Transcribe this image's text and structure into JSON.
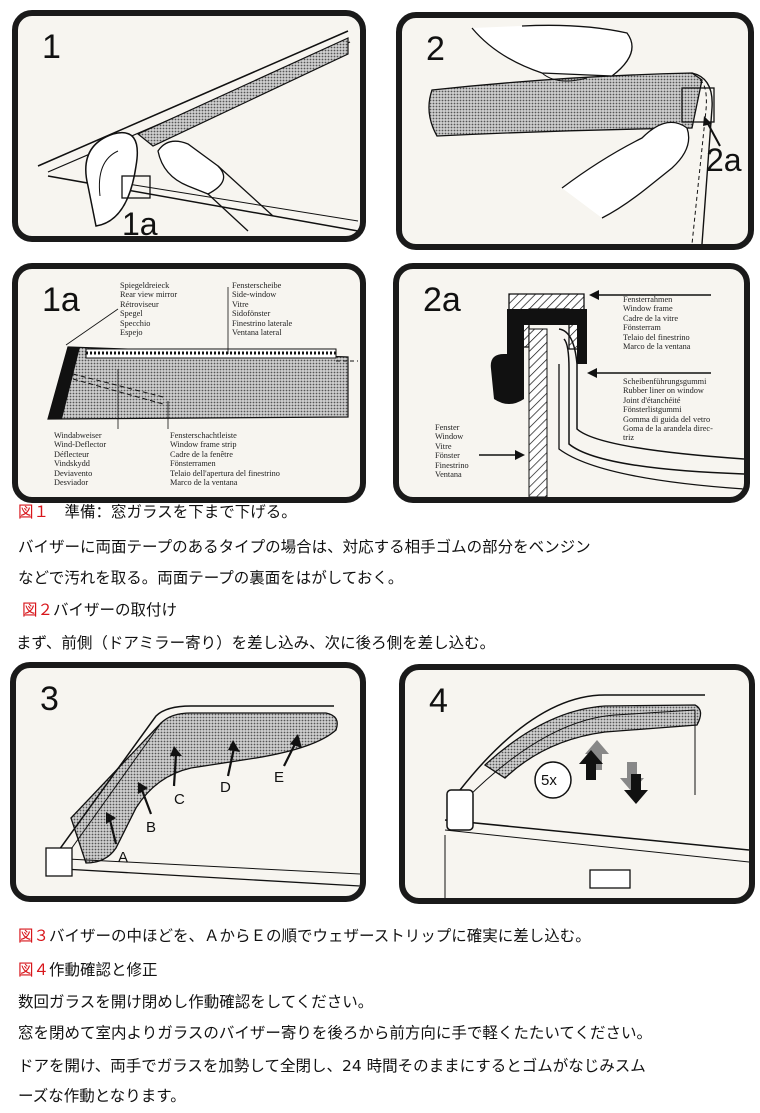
{
  "panels": {
    "p1": {
      "number": "1",
      "callout": "1a"
    },
    "p2": {
      "number": "2",
      "callout": "2a"
    },
    "p1a": {
      "number": "1a",
      "mirror_label": "Spiegeldreieck\nRear view mirror\nRétroviseur\nSpegel\nSpecchio\nEspejo",
      "sidewindow_label": "Fensterscheibe\nSide-window\nVitre\nSidofönster\nFinestrino laterale\nVentana lateral",
      "deflector_label": "Windabweiser\nWind-Deflector\nDéflecteur\nVindskydd\nDeviavento\nDesviador",
      "strip_label": "Fensterschachtleiste\nWindow frame strip\nCadre de la fenêtre\nFönsterramen\nTelaio dell'apertura del finestrino\nMarco de la ventana"
    },
    "p2a": {
      "number": "2a",
      "frame_label": "Fensterrahmen\nWindow frame\nCadre de la vitre\nFönsterram\nTelaio del finestrino\nMarco de la ventana",
      "rubber_label": "Scheibenführungsgummi\nRubber liner on window\nJoint d'étanchéité\nFönsterlistgummi\nGomma di guida del vetro\nGoma de la arandela direc-\ntriz",
      "window_label": "Fenster\nWindow\nVitre\nFönster\nFinestrino\nVentana"
    },
    "p3": {
      "number": "3",
      "points": [
        "A",
        "B",
        "C",
        "D",
        "E"
      ]
    },
    "p4": {
      "number": "4",
      "badge": "5x"
    }
  },
  "text": {
    "fig1_label": "図１",
    "fig1_title": "　準備：窓ガラスを下まで下げる。",
    "fig1_line2": "バイザーに両面テープのあるタイプの場合は、対応する相手ゴムの部分をベンジン",
    "fig1_line3": "などで汚れを取る。両面テープの裏面をはがしておく。",
    "fig2_label": "図２",
    "fig2_title": "バイザーの取付け",
    "fig2_line2": "まず、前側（ドアミラー寄り）を差し込み、次に後ろ側を差し込む。",
    "fig3_label": "図３",
    "fig3_line1": "バイザーの中ほどを、ＡからＥの順でウェザーストリップに確実に差し込む。",
    "fig4_label": "図４",
    "fig4_title": "作動確認と修正",
    "fig4_line2": "数回ガラスを開け閉めし作動確認をしてください。",
    "fig4_line3": "窓を閉めて室内よりガラスのバイザー寄りを後ろから前方向に手で軽くたたいてください。",
    "fig4_line4": "ドアを開け、両手でガラスを加勢して全閉し、24 時間そのままにするとゴムがなじみスム",
    "fig4_line5": "ーズな作動となります。"
  }
}
